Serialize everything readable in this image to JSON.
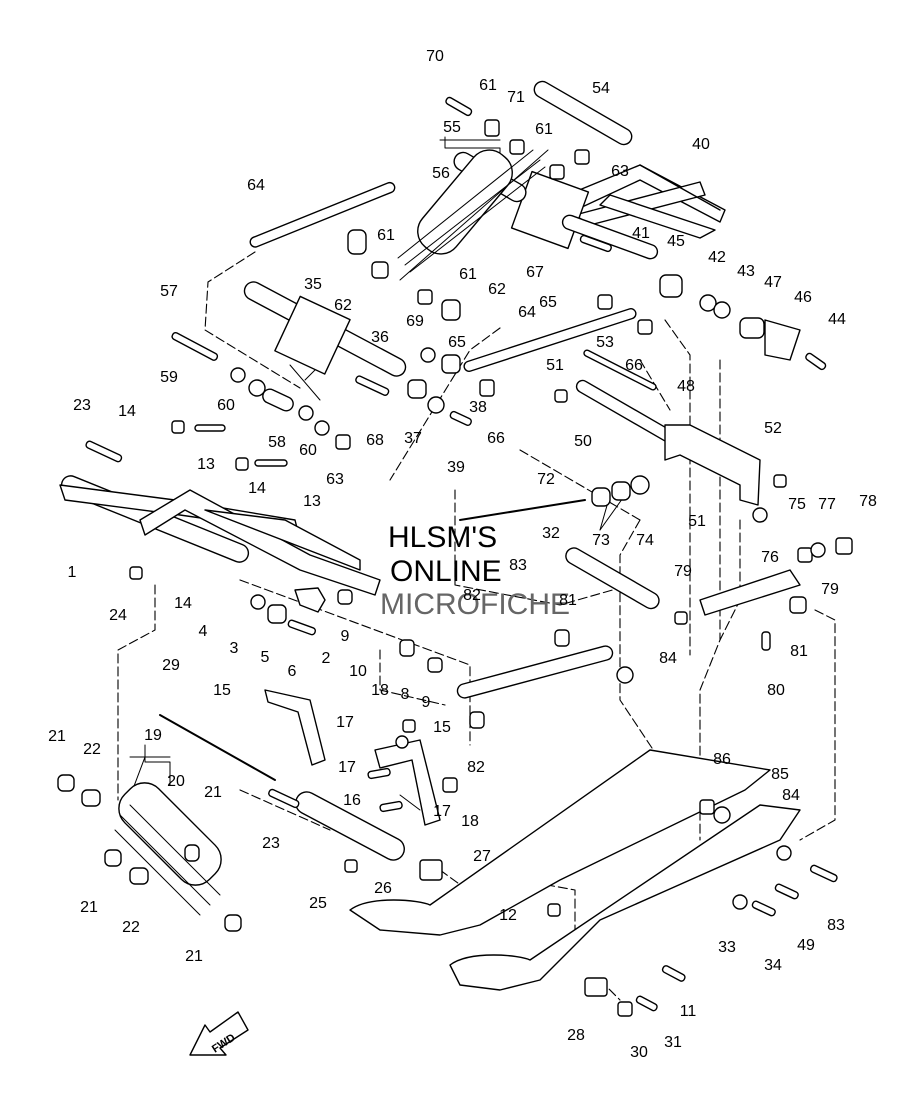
{
  "watermark": {
    "line1": "HLSM'S",
    "line2": "ONLINE",
    "line3": "MICROFICHE"
  },
  "fwd_badge": "FWD",
  "callouts": [
    {
      "id": "c1",
      "text": "1"
    },
    {
      "id": "c2",
      "text": "2"
    },
    {
      "id": "c3",
      "text": "3"
    },
    {
      "id": "c4",
      "text": "4"
    },
    {
      "id": "c5",
      "text": "5"
    },
    {
      "id": "c6",
      "text": "6"
    },
    {
      "id": "c8",
      "text": "8"
    },
    {
      "id": "c9a",
      "text": "9"
    },
    {
      "id": "c9b",
      "text": "9"
    },
    {
      "id": "c10",
      "text": "10"
    },
    {
      "id": "c11",
      "text": "11"
    },
    {
      "id": "c12",
      "text": "12"
    },
    {
      "id": "c13a",
      "text": "13"
    },
    {
      "id": "c13b",
      "text": "13"
    },
    {
      "id": "c14a",
      "text": "14"
    },
    {
      "id": "c14b",
      "text": "14"
    },
    {
      "id": "c14c",
      "text": "14"
    },
    {
      "id": "c15a",
      "text": "15"
    },
    {
      "id": "c15b",
      "text": "15"
    },
    {
      "id": "c16",
      "text": "16"
    },
    {
      "id": "c17a",
      "text": "17"
    },
    {
      "id": "c17b",
      "text": "17"
    },
    {
      "id": "c17c",
      "text": "17"
    },
    {
      "id": "c18a",
      "text": "18"
    },
    {
      "id": "c18b",
      "text": "18"
    },
    {
      "id": "c19",
      "text": "19"
    },
    {
      "id": "c20",
      "text": "20"
    },
    {
      "id": "c21a",
      "text": "21"
    },
    {
      "id": "c21b",
      "text": "21"
    },
    {
      "id": "c21c",
      "text": "21"
    },
    {
      "id": "c21d",
      "text": "21"
    },
    {
      "id": "c22a",
      "text": "22"
    },
    {
      "id": "c22b",
      "text": "22"
    },
    {
      "id": "c23a",
      "text": "23"
    },
    {
      "id": "c23b",
      "text": "23"
    },
    {
      "id": "c24",
      "text": "24"
    },
    {
      "id": "c25",
      "text": "25"
    },
    {
      "id": "c26",
      "text": "26"
    },
    {
      "id": "c27",
      "text": "27"
    },
    {
      "id": "c28",
      "text": "28"
    },
    {
      "id": "c29",
      "text": "29"
    },
    {
      "id": "c30",
      "text": "30"
    },
    {
      "id": "c31",
      "text": "31"
    },
    {
      "id": "c32",
      "text": "32"
    },
    {
      "id": "c33",
      "text": "33"
    },
    {
      "id": "c34",
      "text": "34"
    },
    {
      "id": "c35",
      "text": "35"
    },
    {
      "id": "c36",
      "text": "36"
    },
    {
      "id": "c37",
      "text": "37"
    },
    {
      "id": "c38",
      "text": "38"
    },
    {
      "id": "c39",
      "text": "39"
    },
    {
      "id": "c40",
      "text": "40"
    },
    {
      "id": "c41",
      "text": "41"
    },
    {
      "id": "c42",
      "text": "42"
    },
    {
      "id": "c43",
      "text": "43"
    },
    {
      "id": "c44",
      "text": "44"
    },
    {
      "id": "c45",
      "text": "45"
    },
    {
      "id": "c46",
      "text": "46"
    },
    {
      "id": "c47",
      "text": "47"
    },
    {
      "id": "c48",
      "text": "48"
    },
    {
      "id": "c49",
      "text": "49"
    },
    {
      "id": "c50",
      "text": "50"
    },
    {
      "id": "c51a",
      "text": "51"
    },
    {
      "id": "c51b",
      "text": "51"
    },
    {
      "id": "c52",
      "text": "52"
    },
    {
      "id": "c53",
      "text": "53"
    },
    {
      "id": "c54",
      "text": "54"
    },
    {
      "id": "c55",
      "text": "55"
    },
    {
      "id": "c56",
      "text": "56"
    },
    {
      "id": "c57",
      "text": "57"
    },
    {
      "id": "c58",
      "text": "58"
    },
    {
      "id": "c59",
      "text": "59"
    },
    {
      "id": "c60a",
      "text": "60"
    },
    {
      "id": "c60b",
      "text": "60"
    },
    {
      "id": "c61a",
      "text": "61"
    },
    {
      "id": "c61b",
      "text": "61"
    },
    {
      "id": "c61c",
      "text": "61"
    },
    {
      "id": "c61d",
      "text": "61"
    },
    {
      "id": "c62a",
      "text": "62"
    },
    {
      "id": "c62b",
      "text": "62"
    },
    {
      "id": "c63a",
      "text": "63"
    },
    {
      "id": "c63b",
      "text": "63"
    },
    {
      "id": "c64a",
      "text": "64"
    },
    {
      "id": "c64b",
      "text": "64"
    },
    {
      "id": "c65a",
      "text": "65"
    },
    {
      "id": "c65b",
      "text": "65"
    },
    {
      "id": "c66a",
      "text": "66"
    },
    {
      "id": "c66b",
      "text": "66"
    },
    {
      "id": "c67",
      "text": "67"
    },
    {
      "id": "c68",
      "text": "68"
    },
    {
      "id": "c69",
      "text": "69"
    },
    {
      "id": "c70",
      "text": "70"
    },
    {
      "id": "c71",
      "text": "71"
    },
    {
      "id": "c72",
      "text": "72"
    },
    {
      "id": "c73",
      "text": "73"
    },
    {
      "id": "c74",
      "text": "74"
    },
    {
      "id": "c75",
      "text": "75"
    },
    {
      "id": "c76",
      "text": "76"
    },
    {
      "id": "c77",
      "text": "77"
    },
    {
      "id": "c78",
      "text": "78"
    },
    {
      "id": "c79a",
      "text": "79"
    },
    {
      "id": "c79b",
      "text": "79"
    },
    {
      "id": "c80",
      "text": "80"
    },
    {
      "id": "c81a",
      "text": "81"
    },
    {
      "id": "c81b",
      "text": "81"
    },
    {
      "id": "c82a",
      "text": "82"
    },
    {
      "id": "c82b",
      "text": "82"
    },
    {
      "id": "c83a",
      "text": "83"
    },
    {
      "id": "c83b",
      "text": "83"
    },
    {
      "id": "c84a",
      "text": "84"
    },
    {
      "id": "c84b",
      "text": "84"
    },
    {
      "id": "c85",
      "text": "85"
    },
    {
      "id": "c86",
      "text": "86"
    }
  ]
}
